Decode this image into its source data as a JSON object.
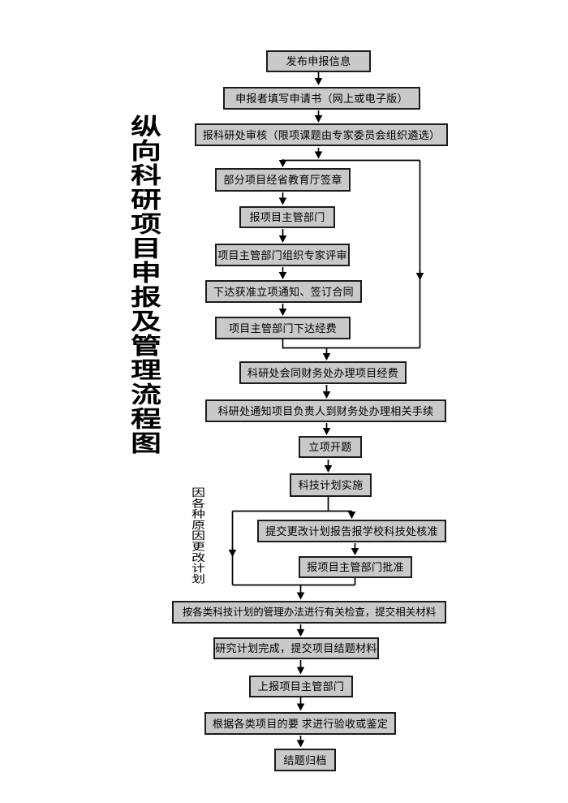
{
  "title": {
    "text": "纵向科研项目申报及管理流程图"
  },
  "side_label": {
    "text": "因各种原因更改计划"
  },
  "colors": {
    "box_fill": "#c9c9c9",
    "box_border": "#1c1c1c",
    "line": "#000000",
    "background": "#ffffff"
  },
  "flow": {
    "boxes": [
      {
        "label": "发布申报信息"
      },
      {
        "label": "申报者填写申请书（网上或电子版）"
      },
      {
        "label": "报科研处审核（限项课题由专家委员会组织遴选）"
      },
      {
        "label": "部分项目经省教育厅签章"
      },
      {
        "label": "报项目主管部门"
      },
      {
        "label": "项目主管部门组织专家评审"
      },
      {
        "label": "下达获准立项通知、签订合同"
      },
      {
        "label": "项目主管部门下达经费"
      },
      {
        "label": "科研处会同财务处办理项目经费"
      },
      {
        "label": "科研处通知项目负责人到财务处办理相关手续"
      },
      {
        "label": "立项开题"
      },
      {
        "label": "科技计划实施"
      },
      {
        "label": "提交更改计划报告报学校科技处核准"
      },
      {
        "label": "报项目主管部门批准"
      },
      {
        "label": "按各类科技计划的管理办法进行有关检查，提交相关材料"
      },
      {
        "label": "研究计划完成，提交项目结题材料"
      },
      {
        "label": "上报项目主管部门"
      },
      {
        "label": "根据各类项目的要 求进行验收或鉴定"
      },
      {
        "label": "结题归档"
      }
    ]
  }
}
